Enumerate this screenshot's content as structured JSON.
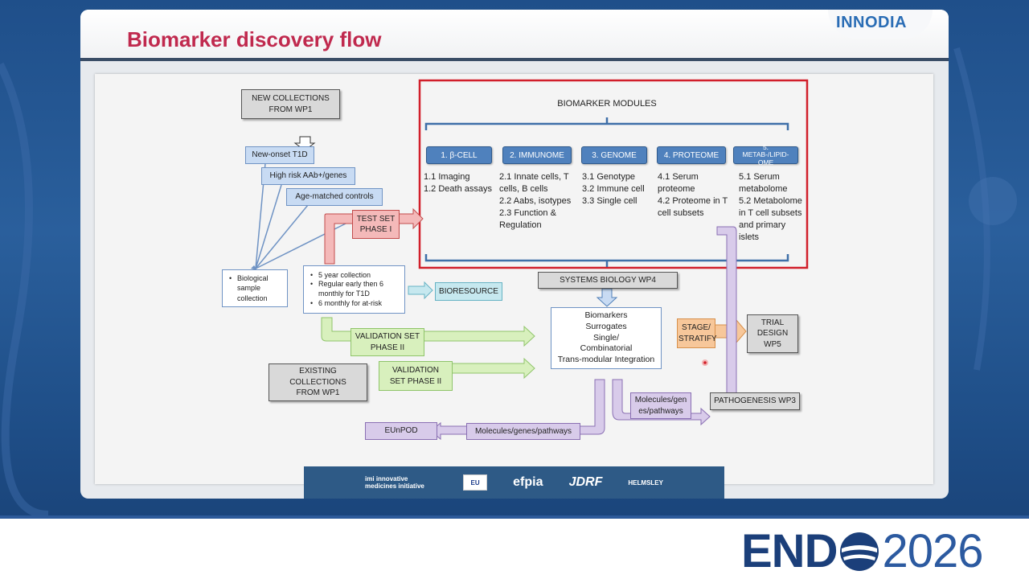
{
  "slide": {
    "title": "Biomarker discovery flow",
    "brand": "INNODIA"
  },
  "diagram": {
    "new_collections": "NEW COLLECTIONS FROM WP1",
    "new_onset": "New-onset T1D",
    "high_risk": "High risk AAb+/genes",
    "age_matched": "Age-matched controls",
    "test_set": "TEST SET PHASE I",
    "biological_sample": [
      "Biological",
      "sample",
      "collection"
    ],
    "collection_details": [
      "5 year collection",
      "Regular early then 6 monthly for T1D",
      "6 monthly for at-risk"
    ],
    "bioresource": "BIORESOURCE",
    "validation_set_1": "VALIDATION SET PHASE II",
    "validation_set_2": "VALIDATION SET PHASE II",
    "existing_collections": "EXISTING COLLECTIONS FROM WP1",
    "biomarker_modules_title": "BIOMARKER MODULES",
    "modules": [
      {
        "label": "1. β-CELL",
        "items": [
          "1.1 Imaging",
          "1.2 Death assays"
        ]
      },
      {
        "label": "2. IMMUNOME",
        "items": [
          "2.1 Innate cells, T cells, B cells",
          "2.2 Aabs, isotypes",
          "2.3 Function & Regulation"
        ]
      },
      {
        "label": "3. GENOME",
        "items": [
          "3.1 Genotype",
          "3.2 Immune cell",
          "3.3 Single cell"
        ]
      },
      {
        "label": "4. PROTEOME",
        "items": [
          "4.1 Serum proteome",
          "4.2 Proteome in T cell subsets"
        ]
      },
      {
        "label": "5. METAB-/LIPID-OME",
        "items": [
          "5.1 Serum metabolome",
          "5.2 Metabolome in T cell subsets and primary islets"
        ]
      }
    ],
    "systems_biology": "SYSTEMS BIOLOGY WP4",
    "integration": [
      "Biomarkers",
      "Surrogates",
      "Single/",
      "Combinatorial",
      "Trans-modular Integration"
    ],
    "stage_stratify": "STAGE/ STRATIFY",
    "trial_design": "TRIAL DESIGN WP5",
    "pathogenesis": "PATHOGENESIS WP3",
    "molecules_right": "Molecules/genes/pathways",
    "molecules_bottom": "Molecules/genes/pathways",
    "eunpod": "EUnPOD"
  },
  "funders": [
    "imi innovative medicines initiative",
    "EU",
    "efpia",
    "JDRF",
    "HELMSLEY"
  ],
  "conference": {
    "name": "END",
    "year": "2026"
  },
  "colors": {
    "title": "#c0294e",
    "module_blue": "#4f81bd",
    "frame_red": "#d11f2a"
  }
}
